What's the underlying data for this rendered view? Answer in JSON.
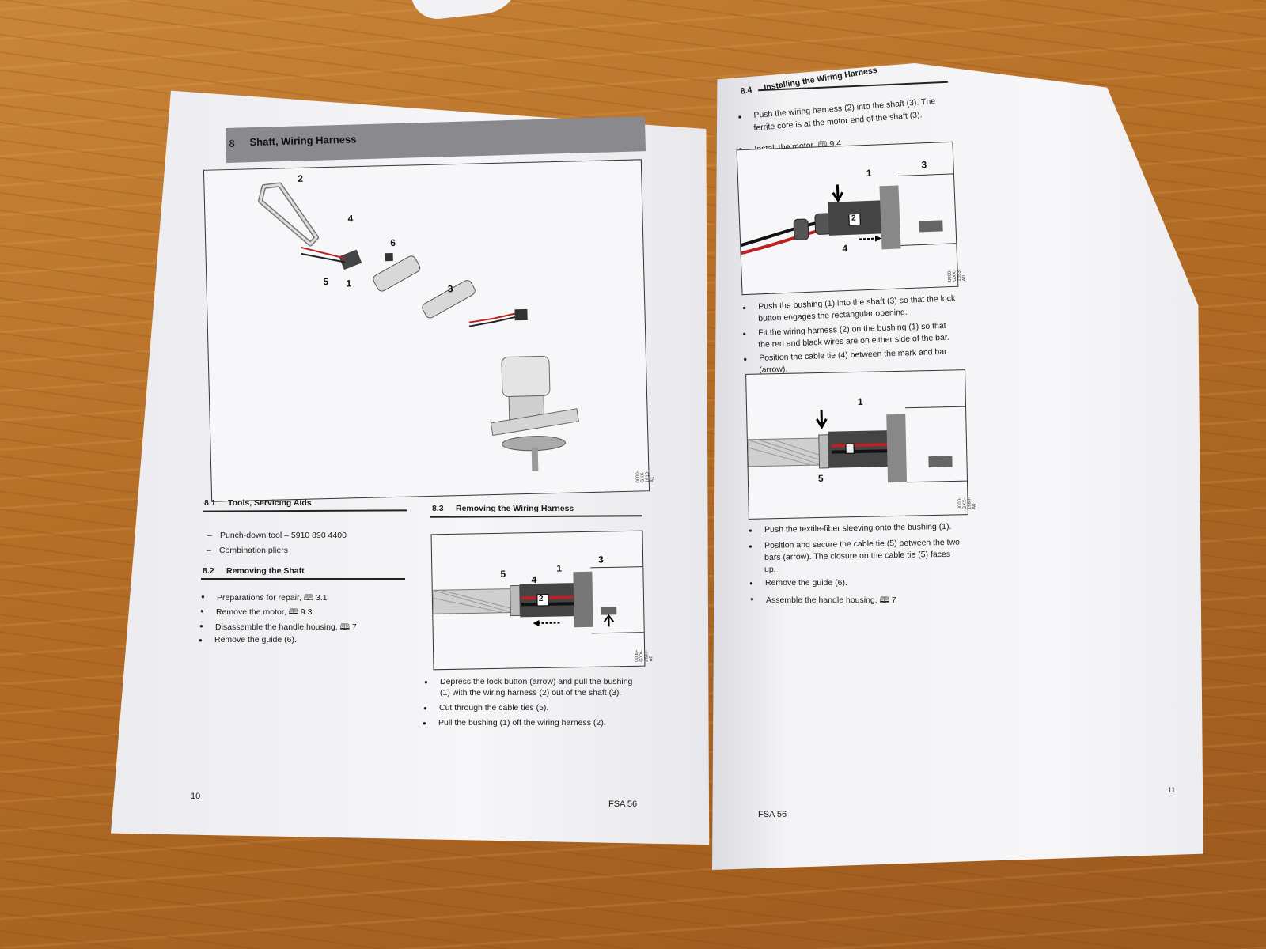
{
  "left_page": {
    "section_number": "8",
    "section_title": "Shaft, Wiring Harness",
    "figure_callouts": [
      "2",
      "4",
      "6",
      "5",
      "1",
      "3"
    ],
    "figure_code": "0000-GXX-1610-A1",
    "s81": {
      "number": "8.1",
      "title": "Tools, Servicing Aids",
      "items": [
        "Punch-down tool – 5910 890 4400",
        "Combination pliers"
      ]
    },
    "s82": {
      "number": "8.2",
      "title": "Removing the Shaft",
      "items": [
        "Preparations for repair, 🕮 3.1",
        "Remove the motor, 🕮 9.3",
        "Disassemble the handle housing, 🕮 7",
        "Remove the guide (6)."
      ]
    },
    "s83": {
      "number": "8.3",
      "title": "Removing the Wiring Harness",
      "figure_callouts": [
        "5",
        "4",
        "1",
        "3",
        "2"
      ],
      "figure_code": "0000-GXX-2513-A0",
      "items": [
        "Depress the lock button (arrow) and pull the bushing",
        "(1) with the wiring harness (2) out of the shaft (3).",
        "Cut through the cable ties (5).",
        "Pull the bushing (1) off the wiring harness (2)."
      ]
    },
    "page_number": "10",
    "model": "FSA 56"
  },
  "right_page": {
    "s84": {
      "number": "8.4",
      "title": "Installing the Wiring Harness"
    },
    "intro": [
      "Push the wiring harness (2) into the shaft (3). The",
      "ferrite core is at the motor end of the shaft (3).",
      "Install the motor, 🕮 9.4"
    ],
    "fig1": {
      "callouts": [
        "1",
        "3",
        "2",
        "4"
      ],
      "code": "0000-GXX-1653-A0"
    },
    "mid": [
      "Push the bushing (1) into the shaft (3) so that the lock",
      "button engages the rectangular opening.",
      "Fit the wiring harness (2) on the bushing (1) so that",
      "the red and black wires are on either side of the bar.",
      "Position the cable tie (4) between the mark and bar",
      "(arrow)."
    ],
    "fig2": {
      "callouts": [
        "1",
        "5"
      ],
      "code": "0000-GXX-1684-A0"
    },
    "end": [
      "Push the textile-fiber sleeving onto the bushing (1).",
      "Position and secure the cable tie (5) between the two",
      "bars (arrow). The closure on the cable tie (5) faces",
      "up.",
      "Remove the guide (6).",
      "Assemble the handle housing, 🕮 7"
    ],
    "page_number": "11",
    "model": "FSA 56"
  }
}
